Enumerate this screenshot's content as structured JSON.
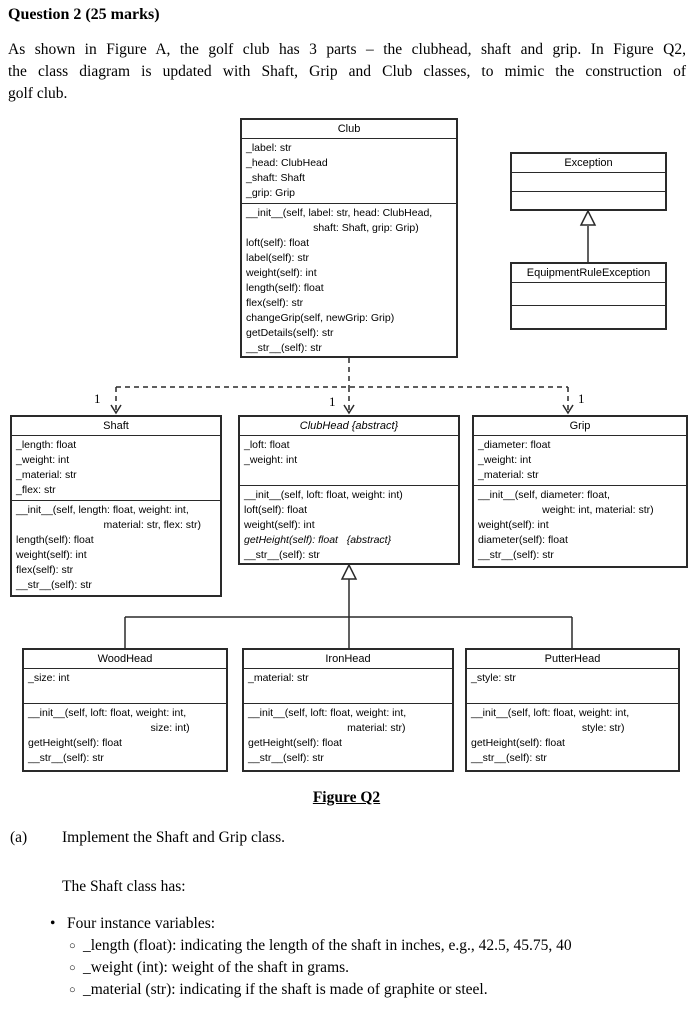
{
  "page": {
    "heading": "Question 2 (25 marks)",
    "intro_lines": [
      "As shown in Figure A, the golf club has 3 parts – the clubhead, shaft and grip.  In Figure Q2,",
      "the class diagram is updated with Shaft, Grip and Club classes, to mimic the construction of",
      "golf club."
    ],
    "figure_caption": "Figure Q2",
    "part_a": {
      "label": "(a)",
      "text": "Implement the Shaft and Grip class."
    },
    "shaft_intro": "The Shaft class has:",
    "bullets": {
      "marker_main": "•",
      "marker_sub": "○",
      "main": "Four instance variables:",
      "subs": [
        "_length (float): indicating the length of the shaft in inches, e.g., 42.5, 45.75, 40",
        "_weight (int): weight of the shaft in grams.",
        "_material (str): indicating if the shaft is made of graphite or steel."
      ]
    }
  },
  "diagram": {
    "multiplicity_labels": [
      "1",
      "1",
      "1"
    ],
    "classes": [
      {
        "id": "club",
        "title": "Club",
        "attributes": [
          "_label: str",
          "_head: ClubHead",
          "_shaft: Shaft",
          "_grip: Grip"
        ],
        "methods": [
          "__init__(self, label: str, head: ClubHead,",
          "                       shaft: Shaft, grip: Grip)",
          "loft(self): float",
          "label(self): str",
          "weight(self): int",
          "length(self): float",
          "flex(self): str",
          "changeGrip(self, newGrip: Grip)",
          "getDetails(self): str",
          "__str__(self): str"
        ]
      },
      {
        "id": "exception",
        "title": "Exception",
        "attributes": [],
        "methods": []
      },
      {
        "id": "equipment-rule-exception",
        "title": "EquipmentRuleException",
        "attributes": [],
        "methods": []
      },
      {
        "id": "shaft",
        "title": "Shaft",
        "attributes": [
          "_length: float",
          "_weight: int",
          "_material: str",
          "_flex: str"
        ],
        "methods": [
          "__init__(self, length: float, weight: int,",
          "                              material: str, flex: str)",
          "length(self): float",
          "weight(self): int",
          "flex(self): str",
          "__str__(self): str"
        ]
      },
      {
        "id": "clubhead",
        "title": "ClubHead {abstract}",
        "title_italic": true,
        "attributes": [
          "_loft: float",
          "_weight: int",
          ""
        ],
        "methods": [
          "__init__(self, loft: float, weight: int)",
          "loft(self): float",
          "weight(self): int",
          "getHeight(self): float   {abstract}",
          "__str__(self): str"
        ],
        "italic_method_lines": [
          3
        ]
      },
      {
        "id": "grip",
        "title": "Grip",
        "attributes": [
          "_diameter: float",
          "_weight: int",
          "_material: str"
        ],
        "methods": [
          "__init__(self, diameter: float,",
          "                      weight: int, material: str)",
          "weight(self): int",
          "diameter(self): float",
          "__str__(self): str"
        ]
      },
      {
        "id": "woodhead",
        "title": "WoodHead",
        "attributes": [
          "_size: int",
          ""
        ],
        "methods": [
          "__init__(self, loft: float, weight: int,",
          "                                          size: int)",
          "getHeight(self): float",
          "__str__(self): str"
        ]
      },
      {
        "id": "ironhead",
        "title": "IronHead",
        "attributes": [
          "_material: str",
          ""
        ],
        "methods": [
          "__init__(self, loft: float, weight: int,",
          "                                  material: str)",
          "getHeight(self): float",
          "__str__(self): str"
        ]
      },
      {
        "id": "putterhead",
        "title": "PutterHead",
        "attributes": [
          "_style: str",
          ""
        ],
        "methods": [
          "__init__(self, loft: float, weight: int,",
          "                                      style: str)",
          "getHeight(self): float",
          "__str__(self): str"
        ]
      }
    ]
  }
}
